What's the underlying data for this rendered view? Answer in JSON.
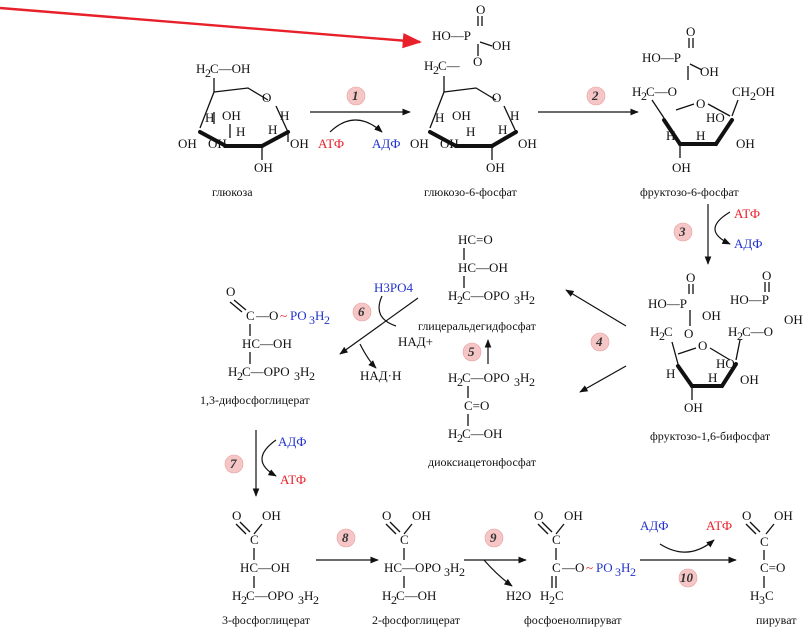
{
  "cofactors": {
    "atp": "АТФ",
    "adp": "АДФ",
    "h3po4": "H3PO4",
    "nad": "НАД+",
    "nadh": "НАД·Н",
    "h2o": "H2O"
  },
  "steps": [
    "1",
    "2",
    "3",
    "4",
    "5",
    "6",
    "7",
    "8",
    "9",
    "10"
  ],
  "compounds": {
    "glucose": "глюкоза",
    "g6p": "глюкозо-6-фосфат",
    "f6p": "фруктозо-6-фосфат",
    "f16bp": "фруктозо-1,6-бифосфат",
    "gap": "глицеральдегидфосфат",
    "dhap": "диоксиацетонфосфат",
    "bpg13": "1,3-дифосфоглицерат",
    "pg3": "3-фосфоглицерат",
    "pg2": "2-фосфоглицерат",
    "pep": "фосфоенолпируват",
    "pyruvate": "пируват"
  },
  "colors": {
    "atp": "#e8202a",
    "adp": "#2233cc",
    "badge": "#f6c6c6",
    "pointer": "#e8202a"
  }
}
